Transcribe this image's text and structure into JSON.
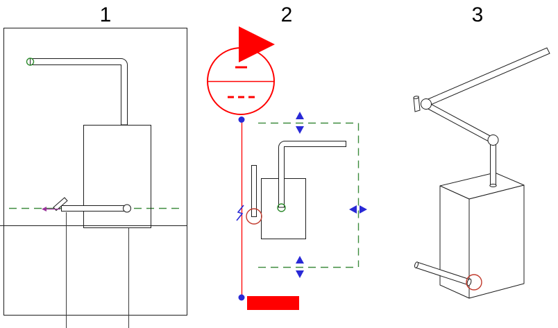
{
  "views": [
    {
      "id": "view-1",
      "label": "1"
    },
    {
      "id": "view-2",
      "label": "2"
    },
    {
      "id": "view-3",
      "label": "3"
    }
  ],
  "colors": {
    "geometry_black": "#1c1c1c",
    "section_red": "#ff0000",
    "reference_plane_green": "#3d8b3d",
    "connector_green": "#2e8b2e",
    "control_blue": "#2929d6",
    "highlight_red_brown": "#c0392b",
    "flip_arrow_magenta": "#993399",
    "background_white": "#ffffff"
  },
  "icons": {
    "section_head_icon": "red circle with filled direction triangle and dashes",
    "flip_control_icon": "blue double arrows",
    "pipe_connector_icon": "green circle",
    "selection_highlight_icon": "thin red-brown circle",
    "endpoint_icon": "blue filled dot"
  }
}
